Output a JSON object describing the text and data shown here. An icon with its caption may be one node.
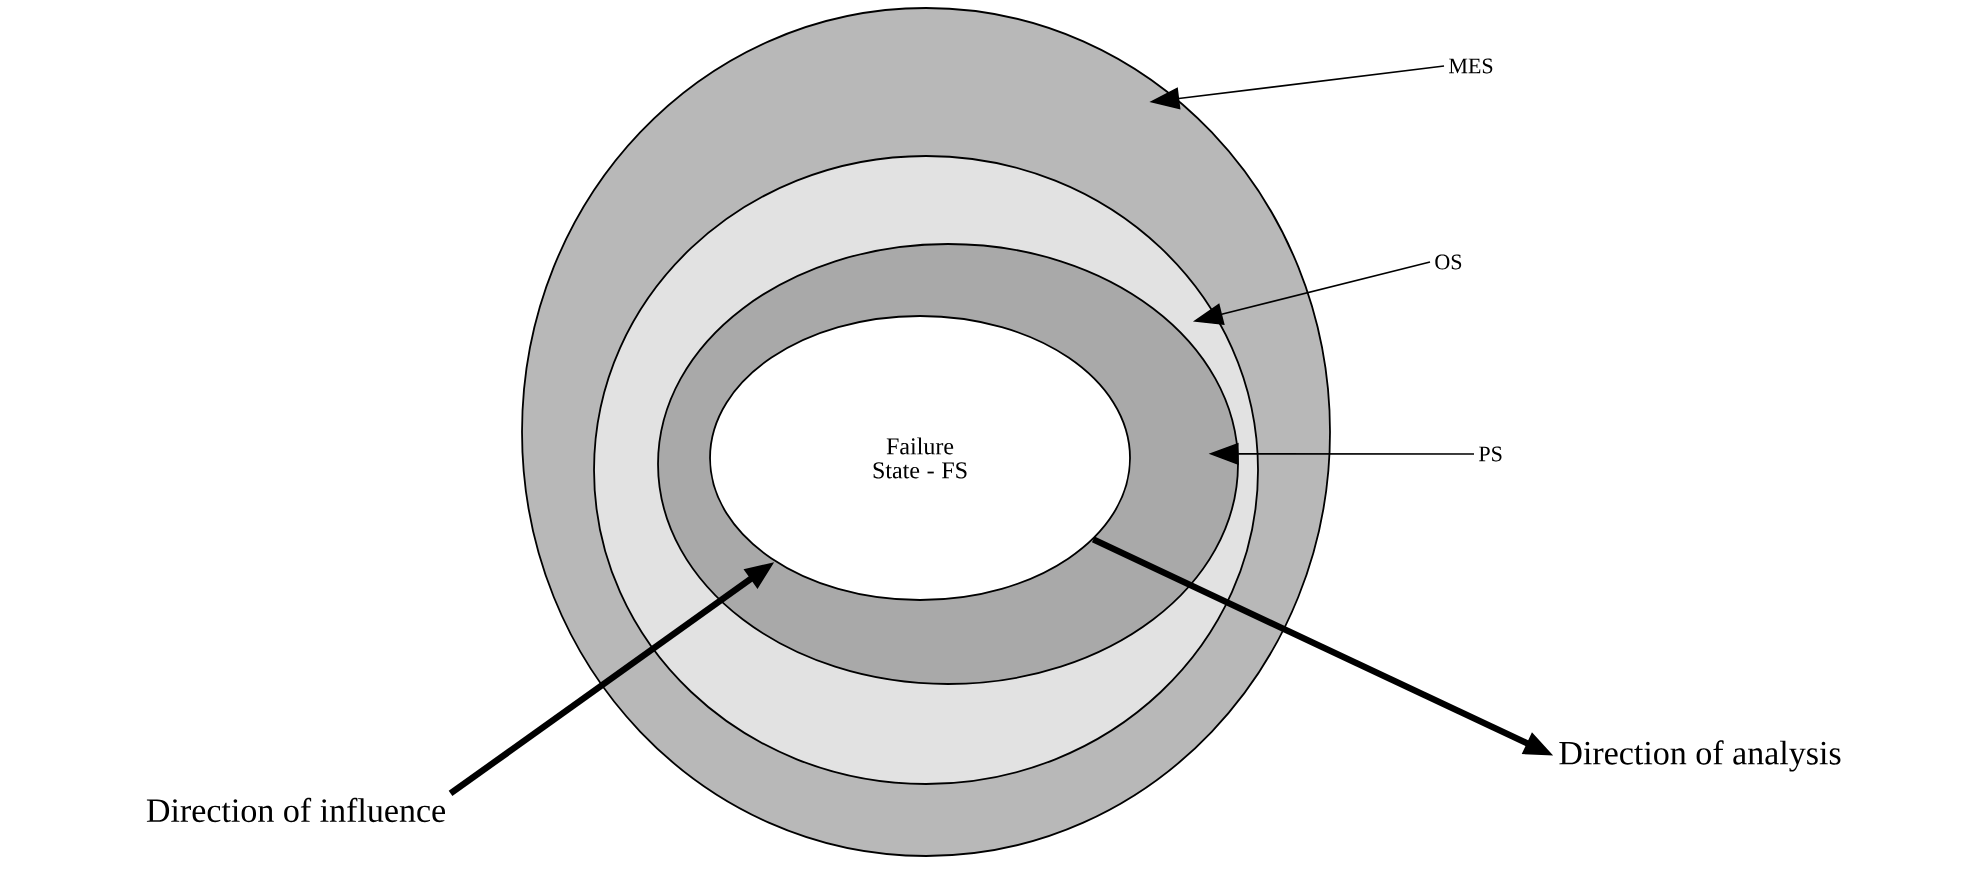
{
  "diagram": {
    "nodes": [
      {
        "text": [],
        "shape": "ellipse"
      },
      {
        "text": [],
        "shape": "ellipse",
        "in": 0
      },
      {
        "text": [],
        "shape": "ellipse",
        "in": 1
      },
      {
        "text": [
          "Failure State - FS"
        ],
        "in": 2
      },
      {
        "text": [
          "MES"
        ]
      },
      {
        "text": [
          "OS"
        ]
      },
      {
        "text": [
          "PS"
        ]
      },
      {
        "text": [
          "Direction of influence"
        ]
      },
      {
        "text": [
          "Direction of analysis"
        ]
      }
    ],
    "edges": [
      {
        "from": 4,
        "to": 0,
        "arrow": "to"
      },
      {
        "from": 5,
        "to": 1,
        "arrow": "to"
      },
      {
        "from": 6,
        "to": 2,
        "arrow": "to"
      },
      {
        "from": 7,
        "to": 3,
        "arrow": "to",
        "style": "thick"
      },
      {
        "from": 3,
        "to": 8,
        "arrow": "to",
        "style": "thick"
      }
    ]
  }
}
